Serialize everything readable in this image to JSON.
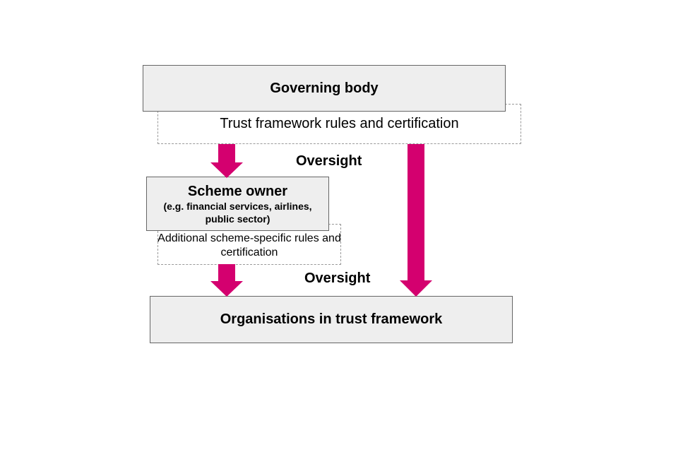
{
  "colors": {
    "arrow": "#d4006f",
    "box_fill": "#eeeeee",
    "box_border": "#666666",
    "dashed_border": "#999999"
  },
  "governing_body": {
    "label": "Governing body"
  },
  "trust_framework_rules": {
    "label": "Trust framework rules and certification"
  },
  "scheme_owner": {
    "title": "Scheme owner",
    "subtitle": "(e.g. financial services, airlines, public sector)"
  },
  "scheme_rules": {
    "label": "Additional scheme-specific rules and certification"
  },
  "oversight_labels": [
    "Oversight",
    "Oversight"
  ],
  "organisations": {
    "label": "Organisations in trust framework"
  }
}
